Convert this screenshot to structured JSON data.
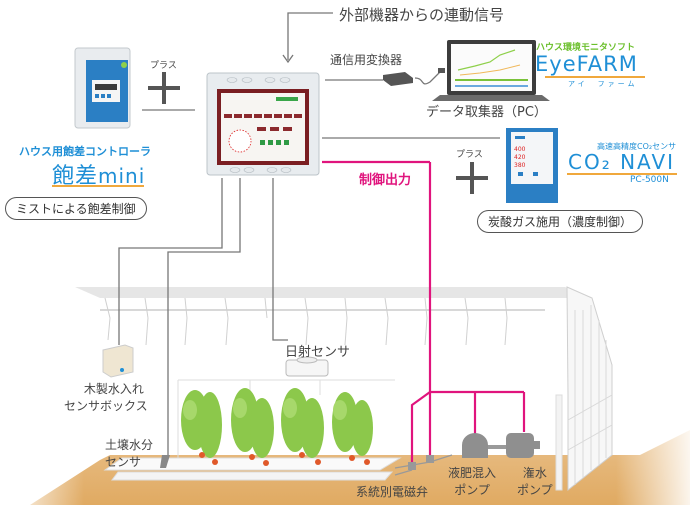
{
  "header": {
    "external_signal": "外部機器からの連動信号"
  },
  "devices": {
    "hosamini": {
      "plus_label": "プラス",
      "subtitle": "ハウス用飽差コントローラ",
      "logo_kanji": "飽差",
      "logo_latin": "mini",
      "caption": "ミストによる飽差制御"
    },
    "converter": {
      "label": "通信用変換器"
    },
    "pc": {
      "label": "データ取集器（PC）"
    },
    "eyefarm": {
      "subtitle": "ハウス環境モニタソフト",
      "logo": "EyeFARM",
      "reading": "アイ　ファーム"
    },
    "co2navi": {
      "plus_label": "プラス",
      "subtitle": "高速高精度CO₂センサ",
      "logo": "CO₂ NAVI",
      "model": "PC-500N",
      "caption": "炭酸ガス施用（濃度制御）",
      "readings": [
        "400",
        "420",
        "380"
      ]
    }
  },
  "control_output": {
    "label": "制御出力",
    "color": "#e0147d"
  },
  "greenhouse": {
    "sensors": {
      "wood_box": "木製水入れ\nセンサボックス",
      "wood_box_line1": "木製水入れ",
      "wood_box_line2": "センサボックス",
      "solar": "日射センサ",
      "soil_line1": "土壌水分",
      "soil_line2": "センサ"
    },
    "actuators": {
      "valve": "系統別電磁弁",
      "fert_pump_line1": "液肥混入",
      "fert_pump_line2": "ポンプ",
      "water_pump_line1": "潅水",
      "water_pump_line2": "ポンプ"
    }
  },
  "colors": {
    "accent_blue": "#1f8fd6",
    "accent_green": "#6abf2a",
    "control_magenta": "#e0147d",
    "soil": "#e6b878",
    "controller_frame": "#7a1e22"
  }
}
